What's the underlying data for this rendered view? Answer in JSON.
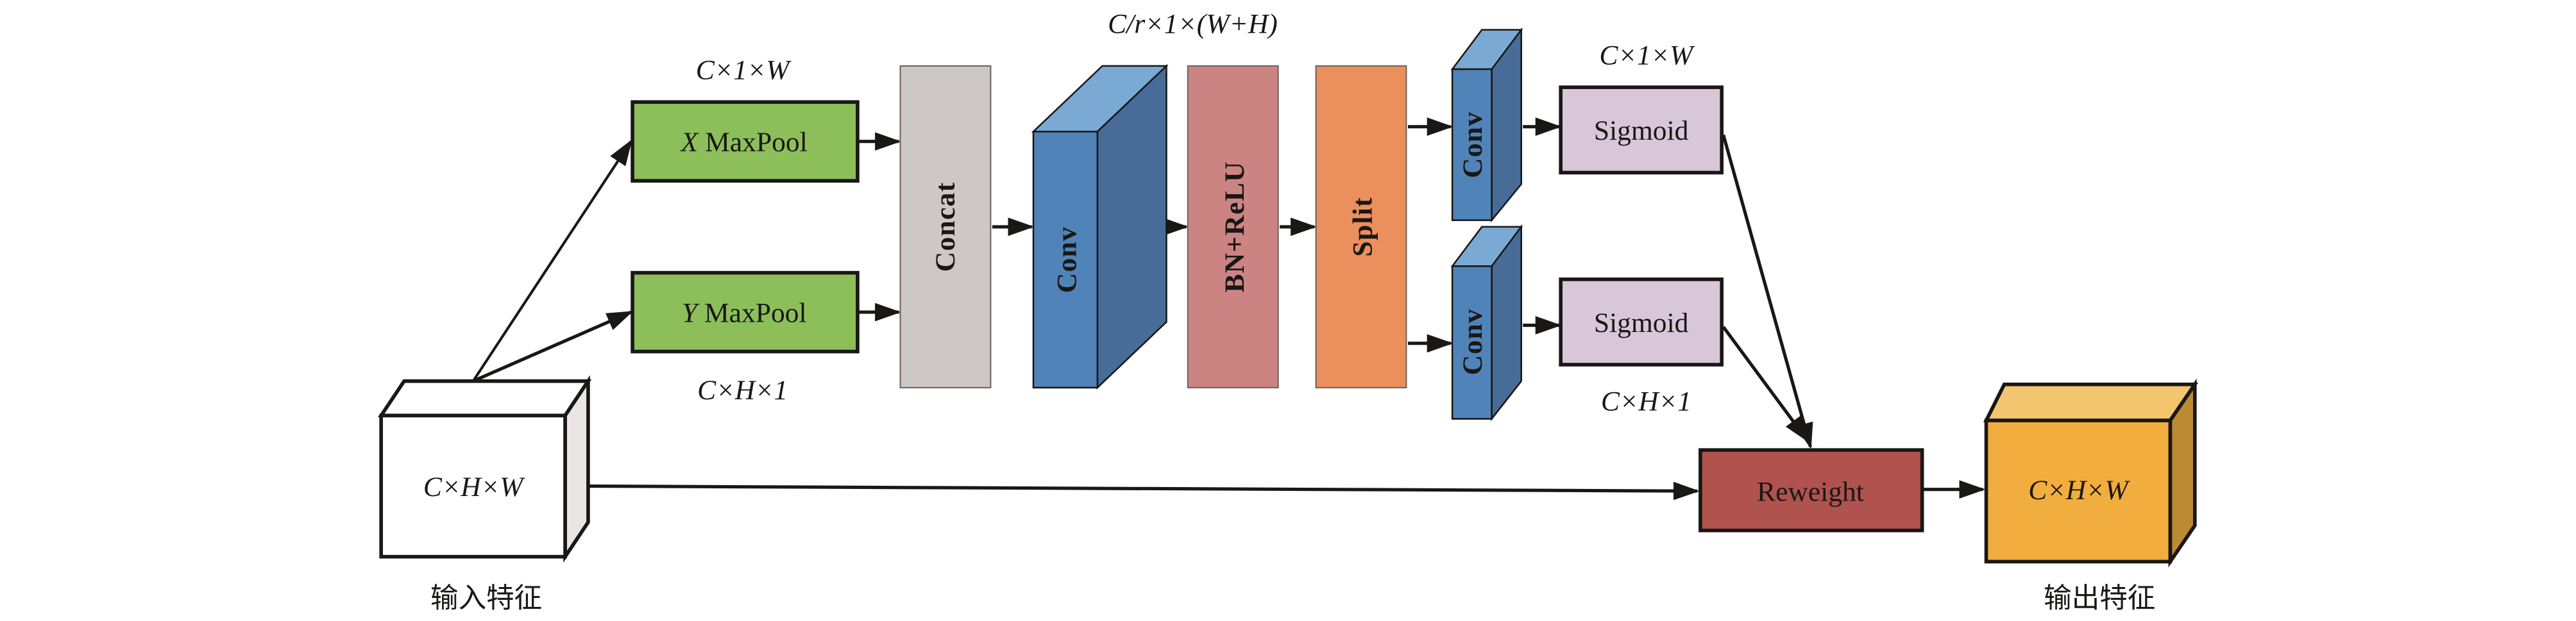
{
  "diagram": {
    "type": "attention-module-flow",
    "input": {
      "shape_label": "C×H×W",
      "caption": "输入特征",
      "colors": {
        "front": "#ffffff",
        "top": "#ffffff",
        "side": "#e9e6e3"
      }
    },
    "x_maxpool": {
      "prefix": "X",
      "label": "MaxPool",
      "dims": "C×1×W",
      "color": "#8cbf5a"
    },
    "y_maxpool": {
      "prefix": "Y",
      "label": "MaxPool",
      "dims": "C×H×1",
      "color": "#8cbf5a"
    },
    "concat": {
      "label": "Concat",
      "color": "#cdc7c5"
    },
    "conv_main": {
      "label": "Conv",
      "dims": "C/r×1×(W+H)",
      "colors": {
        "front": "#5084b8",
        "top": "#7aaad3",
        "side": "#476c98"
      }
    },
    "bn_relu": {
      "label": "BN+ReLU",
      "color": "#cc8483"
    },
    "split": {
      "label": "Split",
      "color": "#eb8f5c"
    },
    "conv_top": {
      "label": "Conv",
      "colors": {
        "front": "#5084b8",
        "top": "#7aaad3",
        "side": "#476c98"
      }
    },
    "conv_bottom": {
      "label": "Conv",
      "colors": {
        "front": "#5084b8",
        "top": "#7aaad3",
        "side": "#476c98"
      }
    },
    "sigmoid_top": {
      "label": "Sigmoid",
      "dims": "C×1×W",
      "color": "#d8c7d9"
    },
    "sigmoid_bottom": {
      "label": "Sigmoid",
      "dims": "C×H×1",
      "color": "#d8c7d9"
    },
    "reweight": {
      "label": "Reweight",
      "color": "#b0524d"
    },
    "output": {
      "shape_label": "C×H×W",
      "caption": "输出特征",
      "colors": {
        "front": "#f1ae3e",
        "top": "#f4c56f",
        "side": "#bd8a34"
      }
    },
    "edges": [
      {
        "from": "input",
        "to": "x_maxpool"
      },
      {
        "from": "input",
        "to": "y_maxpool"
      },
      {
        "from": "x_maxpool",
        "to": "concat"
      },
      {
        "from": "y_maxpool",
        "to": "concat"
      },
      {
        "from": "concat",
        "to": "conv_main"
      },
      {
        "from": "conv_main",
        "to": "bn_relu"
      },
      {
        "from": "bn_relu",
        "to": "split"
      },
      {
        "from": "split",
        "to": "conv_top"
      },
      {
        "from": "split",
        "to": "conv_bottom"
      },
      {
        "from": "conv_top",
        "to": "sigmoid_top"
      },
      {
        "from": "conv_bottom",
        "to": "sigmoid_bottom"
      },
      {
        "from": "sigmoid_top",
        "to": "reweight"
      },
      {
        "from": "sigmoid_bottom",
        "to": "reweight"
      },
      {
        "from": "input",
        "to": "reweight"
      },
      {
        "from": "reweight",
        "to": "output"
      }
    ],
    "line_color": "#1a1716"
  }
}
